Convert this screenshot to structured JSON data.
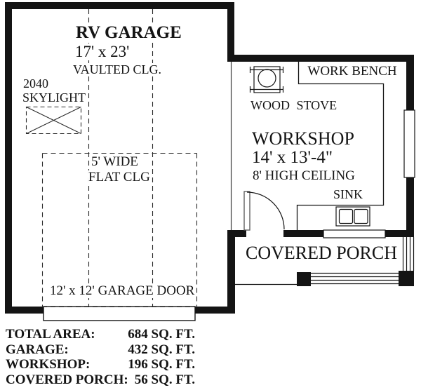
{
  "plan": {
    "garage": {
      "name": "RV GARAGE",
      "dimensions": "17' x 23'",
      "ceiling": "VAULTED CLG.",
      "skylight_size": "2040",
      "skylight_label": "SKYLIGHT",
      "flat_ceiling_width": "5' WIDE",
      "flat_ceiling_label": "FLAT CLG",
      "garage_door_label": "12' x 12' GARAGE DOOR"
    },
    "workshop": {
      "name": "WORKSHOP",
      "dimensions": "14' x 13'-4\"",
      "ceiling": "8' HIGH CEILING",
      "work_bench_label": "WORK BENCH",
      "wood_stove_label": "WOOD STOVE",
      "sink_label": "SINK"
    },
    "porch": {
      "name": "COVERED PORCH"
    }
  },
  "area_summary": {
    "rows": [
      {
        "label": "TOTAL AREA:",
        "value": "684 SQ. FT."
      },
      {
        "label": "GARAGE:",
        "value": "432 SQ. FT."
      },
      {
        "label": "WORKSHOP:",
        "value": "196 SQ. FT."
      },
      {
        "label": "COVERED PORCH:",
        "value": "56 SQ. FT."
      }
    ]
  },
  "colors": {
    "line": "#141414",
    "background": "#ffffff"
  }
}
